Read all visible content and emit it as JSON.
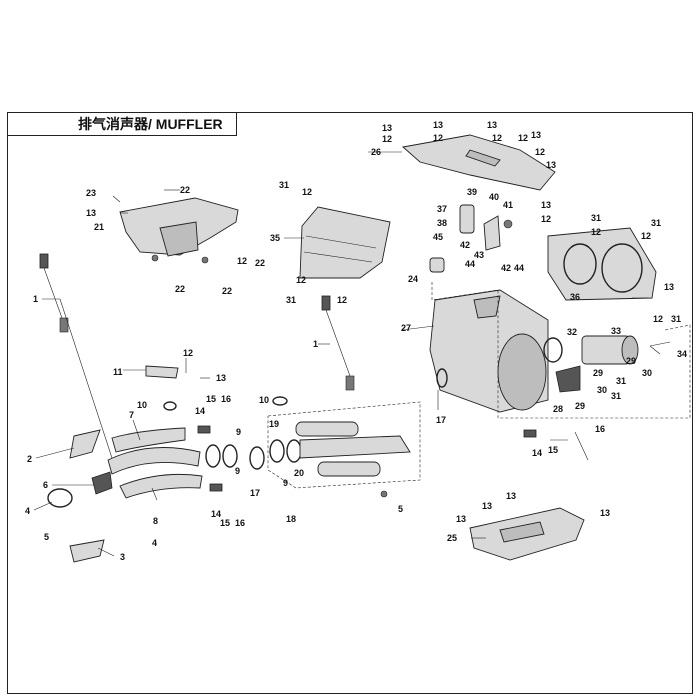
{
  "title": "排气消声器/ MUFFLER",
  "callouts": [
    "1",
    "2",
    "3",
    "4",
    "5",
    "6",
    "7",
    "8",
    "9",
    "10",
    "11",
    "12",
    "13",
    "14",
    "15",
    "16",
    "17",
    "18",
    "19",
    "20",
    "21",
    "22",
    "23",
    "24",
    "25",
    "26",
    "27",
    "28",
    "29",
    "30",
    "31",
    "32",
    "33",
    "34",
    "35",
    "36",
    "37",
    "38",
    "39",
    "40",
    "41",
    "42",
    "43",
    "44",
    "45"
  ]
}
